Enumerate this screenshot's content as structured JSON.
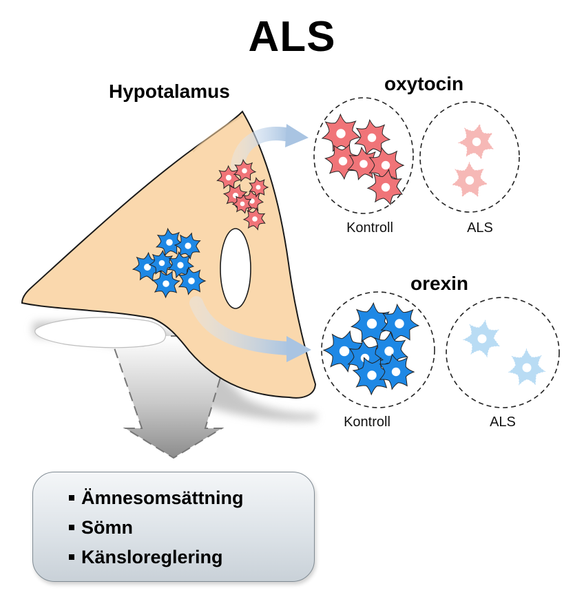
{
  "title": "ALS",
  "region_label": "Hypotalamus",
  "panels": [
    {
      "hormone": "oxytocin",
      "control_label": "Kontroll",
      "als_label": "ALS",
      "color": "#f07478",
      "faded_color": "#f6b8b6"
    },
    {
      "hormone": "orexin",
      "control_label": "Kontroll",
      "als_label": "ALS",
      "color": "#1e88e5",
      "faded_color": "#b9dcf4"
    }
  ],
  "functions": [
    "Ämnesomsättning",
    "Sömn",
    "Känsloreglering"
  ],
  "colors": {
    "tissue": "#fad8ad",
    "tissue_outline": "#1a1a1a"
  }
}
